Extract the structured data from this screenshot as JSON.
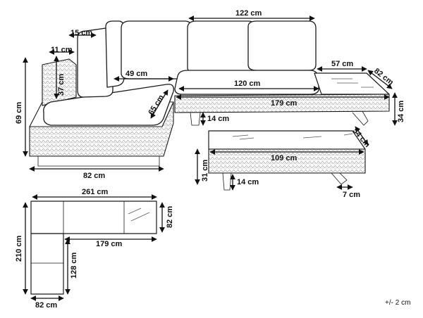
{
  "sofa": {
    "dims": {
      "arm_width": "15 cm",
      "arm_offset": "11 cm",
      "backrest_height": "37 cm",
      "total_height": "69 cm",
      "seat_depth": "49 cm",
      "seat_width": "65 cm",
      "chaise_depth": "82 cm",
      "back_length": "122 cm",
      "seat_length": "120 cm",
      "side_table_width": "57 cm",
      "side_table_depth": "82 cm",
      "long_length": "179 cm",
      "long_height": "34 cm",
      "leg_height": "14 cm"
    }
  },
  "table": {
    "dims": {
      "length": "109 cm",
      "depth": "54 cm",
      "height": "31 cm",
      "leg_height": "14 cm",
      "leg_width": "7 cm"
    }
  },
  "plan": {
    "dims": {
      "total_length": "261 cm",
      "table_depth": "82 cm",
      "long_length": "179 cm",
      "total_depth": "210 cm",
      "short_depth": "128 cm",
      "bottom_width": "82 cm"
    }
  },
  "tolerance": "+/- 2 cm"
}
